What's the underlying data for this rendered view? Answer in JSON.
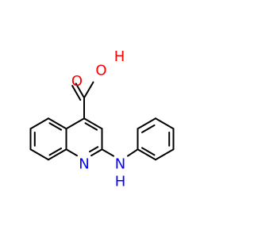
{
  "molecule": {
    "atoms": {
      "oxygen_carbonyl": {
        "label": "O",
        "color": "#ff0000"
      },
      "oxygen_hydroxyl": {
        "label": "O",
        "color": "#ff0000"
      },
      "hydrogen_hydroxyl": {
        "label": "H",
        "color": "#ff0000"
      },
      "nitrogen_ring": {
        "label": "N",
        "color": "#0000ff"
      },
      "nitrogen_amine": {
        "label": "N",
        "color": "#0000ff"
      },
      "hydrogen_amine": {
        "label": "H",
        "color": "#0000ff"
      }
    },
    "bond_color": "#000000"
  }
}
